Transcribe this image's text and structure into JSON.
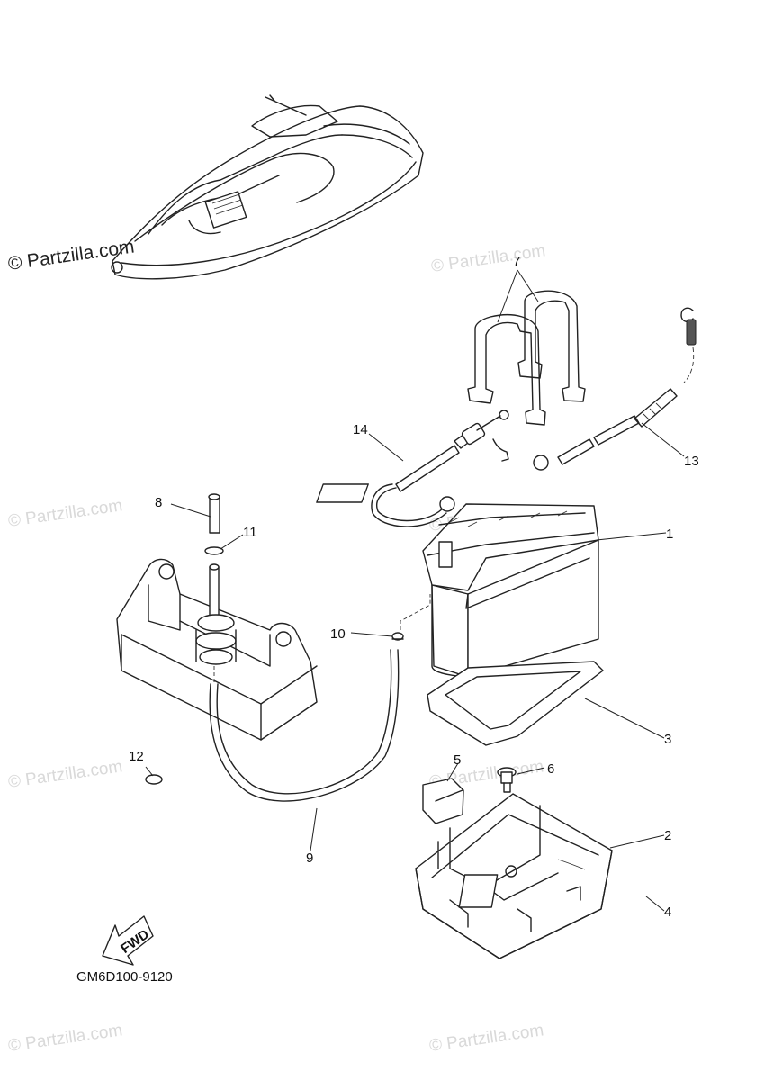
{
  "watermarks": {
    "primary": "© Partzilla.com",
    "faint": "© Partzilla.com"
  },
  "diagram_code": "GM6D100-9120",
  "fwd_label": "FWD",
  "callouts": {
    "c1": "1",
    "c2": "2",
    "c3": "3",
    "c4": "4",
    "c5": "5",
    "c6": "6",
    "c7": "7",
    "c8": "8",
    "c9": "9",
    "c10": "10",
    "c11": "11",
    "c12": "12",
    "c13": "13",
    "c14": "14"
  }
}
